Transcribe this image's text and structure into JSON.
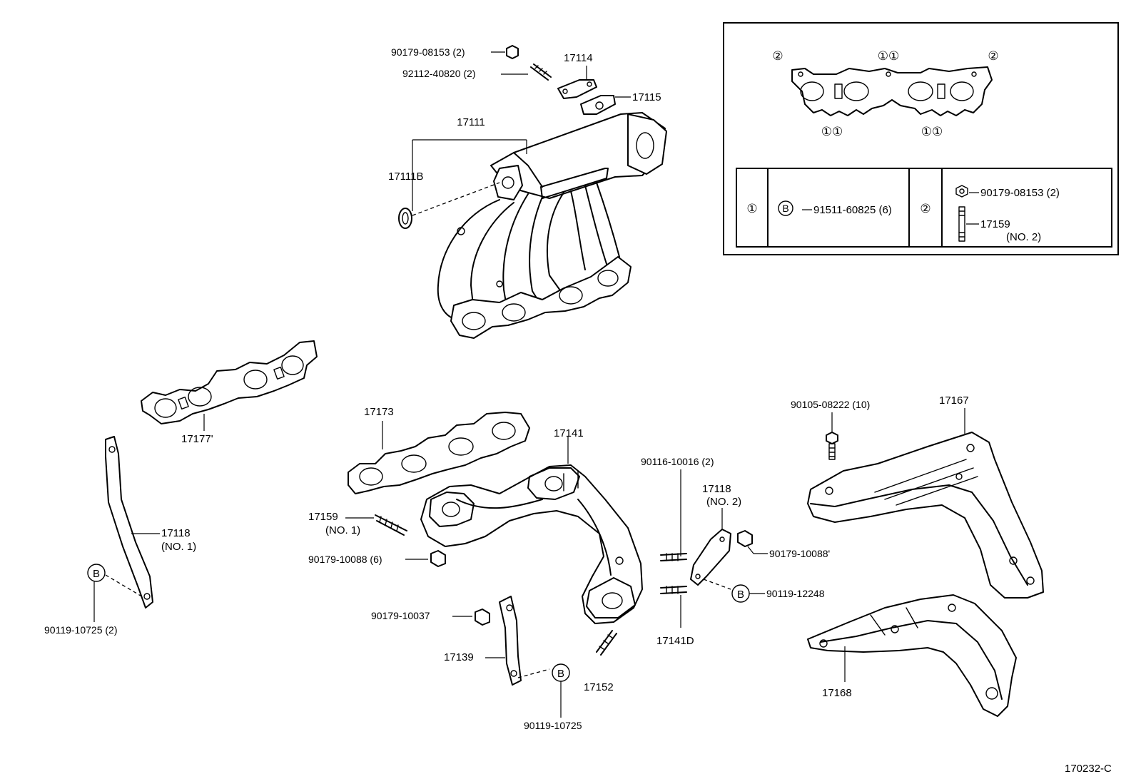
{
  "diagram_id": "170232-C",
  "legend": {
    "gasket_marks": [
      "②",
      "①①",
      "②",
      "①①",
      "①①"
    ],
    "row1": {
      "mark": "①",
      "fastener_mark": "B",
      "part": "91511-60825 (6)"
    },
    "row2": {
      "mark": "②",
      "nut": "90179-08153 (2)",
      "stud": "17159",
      "stud_note": "(NO. 2)"
    }
  },
  "labels": {
    "p_90179_08153": "90179-08153 (2)",
    "p_92112_40820": "92112-40820 (2)",
    "p_17114": "17114",
    "p_17115": "17115",
    "p_17111": "17111",
    "p_17111b": "17111B",
    "p_17177": "17177'",
    "p_17173": "17173",
    "p_17141": "17141",
    "p_17118_no1": "17118",
    "p_17118_no1_note": "(NO. 1)",
    "p_90119_10725_2": "90119-10725 (2)",
    "p_17159_no1": "17159",
    "p_17159_no1_note": "(NO. 1)",
    "p_90179_10088_6": "90179-10088 (6)",
    "p_90179_10037": "90179-10037",
    "p_17139": "17139",
    "p_90119_10725": "90119-10725",
    "p_17152": "17152",
    "p_90116_10016": "90116-10016 (2)",
    "p_17118_no2": "17118",
    "p_17118_no2_note": "(NO. 2)",
    "p_90179_10088": "90179-10088'",
    "p_90119_12248": "90119-12248",
    "p_17141d": "17141D",
    "p_90105_08222": "90105-08222 (10)",
    "p_17167": "17167",
    "p_17168": "17168",
    "mark_b": "B"
  }
}
